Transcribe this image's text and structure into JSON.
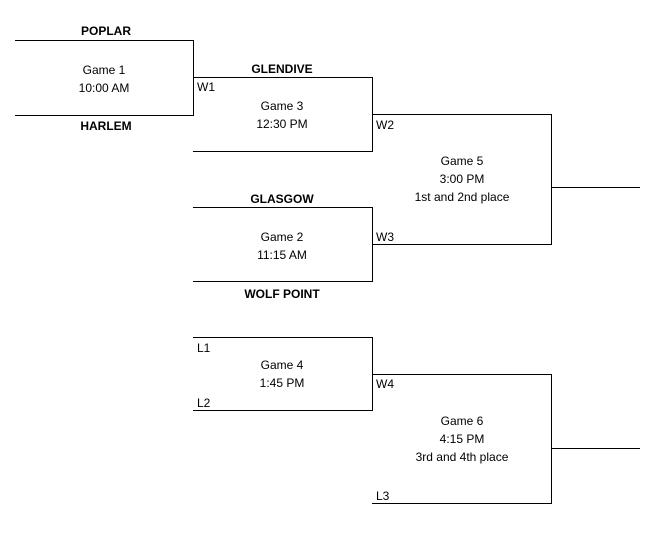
{
  "game1": {
    "top_team": "POPLAR",
    "bottom_team": "HARLEM",
    "title": "Game 1",
    "time": "10:00 AM"
  },
  "game3": {
    "top_team": "GLENDIVE",
    "slot_in": "W1",
    "title": "Game 3",
    "time": "12:30 PM",
    "slot_out": "W2"
  },
  "game2": {
    "top_team": "GLASGOW",
    "bottom_team": "WOLF POINT",
    "title": "Game 2",
    "time": "11:15 AM",
    "slot_out": "W3"
  },
  "game5": {
    "title": "Game 5",
    "time": "3:00 PM",
    "note": "1st and 2nd place"
  },
  "game4": {
    "slot_top": "L1",
    "slot_bottom": "L2",
    "title": "Game 4",
    "time": "1:45 PM",
    "slot_out": "W4"
  },
  "game6": {
    "title": "Game 6",
    "time": "4:15 PM",
    "note": "3rd and 4th place",
    "slot_bottom": "L3"
  }
}
